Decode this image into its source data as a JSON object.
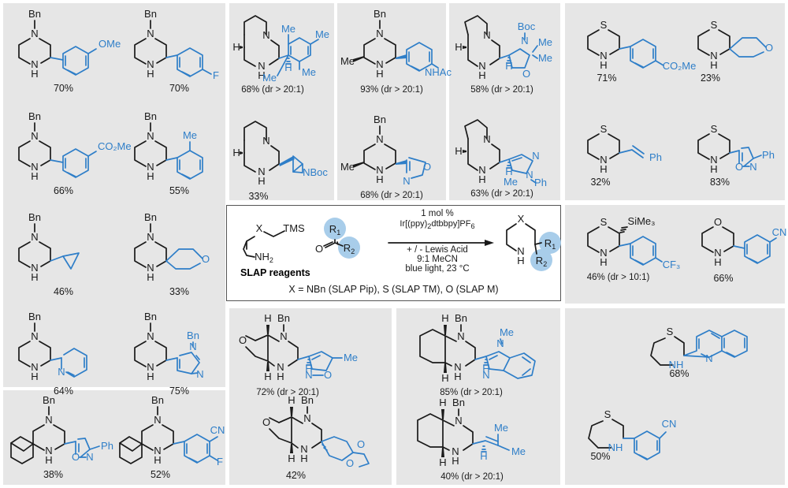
{
  "figure": {
    "kind": "reaction-scope-scheme",
    "title_visible": false,
    "accent_blue": "#2e7ec8",
    "panel_bg": "#e6e6e6",
    "page_bg": "#ffffff",
    "bubble_fill": "#a8cdea"
  },
  "scheme": {
    "reagent_label": "SLAP reagents",
    "reagent_atoms": {
      "x": "X",
      "tms": "TMS",
      "amine": "NH2"
    },
    "ketone_atoms": {
      "o": "O",
      "r1": "R1",
      "r2": "R2"
    },
    "conditions_above": [
      "1 mol %",
      "Ir[(ppy)2dtbbpy]PF6"
    ],
    "conditions_below": [
      "+ / - Lewis Acid",
      "9:1 MeCN",
      "blue light, 23 °C"
    ],
    "product_atoms": {
      "x": "X",
      "nh": "N",
      "h": "H",
      "r1": "R1",
      "r2": "R2"
    },
    "footnote": "X = NBn (SLAP Pip), S (SLAP TM), O (SLAP M)"
  },
  "labels": {
    "Bn": "Bn",
    "N": "N",
    "H": "H",
    "S": "S",
    "O": "O",
    "Me": "Me",
    "Ph": "Ph",
    "F": "F",
    "CN": "CN",
    "OMe": "OMe",
    "CO2Me": "CO₂Me",
    "NHAc": "NHAc",
    "Boc": "Boc",
    "NBoc": "NBoc",
    "SiMe3": "SiMe₃",
    "CF3": "CF₃",
    "NH": "NH"
  },
  "panels": [
    {
      "id": "p-left-piperazine",
      "products": [
        {
          "id": "a1",
          "yield": "70%",
          "substituent": "3-methoxyphenyl",
          "core": "1-benzylpiperazine"
        },
        {
          "id": "a2",
          "yield": "70%",
          "substituent": "4-fluorophenyl",
          "core": "1-benzylpiperazine"
        },
        {
          "id": "a3",
          "yield": "66%",
          "substituent": "3-(methoxycarbonyl)phenyl",
          "core": "1-benzylpiperazine"
        },
        {
          "id": "a4",
          "yield": "55%",
          "substituent": "2-methylphenyl",
          "core": "1-benzylpiperazine"
        },
        {
          "id": "a5",
          "yield": "46%",
          "substituent": "cyclopropyl",
          "core": "1-benzylpiperazine"
        },
        {
          "id": "a6",
          "yield": "33%",
          "substituent": "tetrahydropyran-4-yl spiro",
          "core": "1-benzylpiperazine"
        },
        {
          "id": "a7",
          "yield": "64%",
          "substituent": "pyridin-2-yl",
          "core": "1-benzylpiperazine"
        },
        {
          "id": "a8",
          "yield": "75%",
          "substituent": "1-benzylimidazol-5-yl",
          "core": "1-benzylpiperazine"
        }
      ]
    },
    {
      "id": "p-left-spiro",
      "products": [
        {
          "id": "b1",
          "yield": "38%",
          "substituent": "3-phenylisoxazol-5-yl",
          "core": "spirocyclohexyl benzylpiperazine"
        },
        {
          "id": "b2",
          "yield": "52%",
          "substituent": "3-cyano-4-fluorophenyl",
          "core": "spirocyclohexyl benzylpiperazine"
        }
      ]
    },
    {
      "id": "p-bicyclic-quinolizidine",
      "products": [
        {
          "id": "c1",
          "yield": "68% (dr > 20:1)",
          "substituent": "2,4,6-trimethylphenyl",
          "core": "octahydro-pyrido-piperazine"
        },
        {
          "id": "c2",
          "yield": "33%",
          "substituent": "N-Boc-azetidin-3-yl spiro",
          "core": "octahydro-pyrido-piperazine"
        }
      ]
    },
    {
      "id": "p-methylpiperazine",
      "products": [
        {
          "id": "d1",
          "yield": "93% (dr > 20:1)",
          "substituent": "4-acetamidophenyl",
          "core": "1-benzyl-5-methylpiperazine"
        },
        {
          "id": "d2",
          "yield": "68% (dr > 20:1)",
          "substituent": "oxazol-4-yl",
          "core": "1-benzyl-5-methylpiperazine"
        }
      ]
    },
    {
      "id": "p-pyrrolidine-fused",
      "products": [
        {
          "id": "e1",
          "yield": "58% (dr > 20:1)",
          "substituent": "N-Boc-2,2-dimethyloxazolidin-4-yl",
          "core": "hexahydro-pyrrolo-piperazine"
        },
        {
          "id": "e2",
          "yield": "63% (dr > 20:1)",
          "substituent": "5-methyl-1-phenylpyrazol-4-yl",
          "core": "hexahydro-pyrrolo-piperazine"
        }
      ]
    },
    {
      "id": "p-thiomorpholine",
      "products": [
        {
          "id": "f1",
          "yield": "71%",
          "substituent": "4-(methoxycarbonyl)phenyl",
          "core": "thiomorpholine"
        },
        {
          "id": "f2",
          "yield": "23%",
          "substituent": "tetrahydropyran spiro",
          "core": "thiomorpholine"
        },
        {
          "id": "f3",
          "yield": "32%",
          "substituent": "(E)-styryl",
          "core": "thiomorpholine"
        },
        {
          "id": "f4",
          "yield": "83%",
          "substituent": "3-phenylisoxazol-5-yl",
          "core": "thiomorpholine"
        }
      ]
    },
    {
      "id": "p-silyl-morpholine",
      "products": [
        {
          "id": "g1",
          "yield": "46% (dr > 10:1)",
          "substituent": "4-(trifluoromethyl)phenyl",
          "core": "2-TMS-thiomorpholine"
        },
        {
          "id": "g2",
          "yield": "66%",
          "substituent": "3-cyanophenyl",
          "core": "morpholine"
        }
      ]
    },
    {
      "id": "p-thiazepane",
      "products": [
        {
          "id": "h1",
          "yield": "68%",
          "substituent": "quinolin-3-yl",
          "core": "1,4-thiazepane"
        },
        {
          "id": "h2",
          "yield": "50%",
          "substituent": "3-cyanophenyl",
          "core": "1,4-thiazepane"
        }
      ]
    },
    {
      "id": "p-furo-piperazine",
      "products": [
        {
          "id": "i1",
          "yield": "72% (dr > 20:1)",
          "substituent": "5-methylisoxazol-3-yl",
          "core": "hexahydro-furo-pyrazine"
        },
        {
          "id": "i2",
          "yield": "42%",
          "substituent": "1,4-dioxaspiro-cyclohexyl",
          "core": "hexahydro-furo-pyrazine"
        }
      ]
    },
    {
      "id": "p-decahydroquinoxaline",
      "products": [
        {
          "id": "j1",
          "yield": "85% (dr > 20:1)",
          "substituent": "1-methylbenzimidazol-2-yl",
          "core": "decahydroquinoxaline"
        },
        {
          "id": "j2",
          "yield": "40% (dr > 20:1)",
          "substituent": "2-methylprop-1-enyl",
          "core": "decahydroquinoxaline"
        }
      ]
    }
  ]
}
